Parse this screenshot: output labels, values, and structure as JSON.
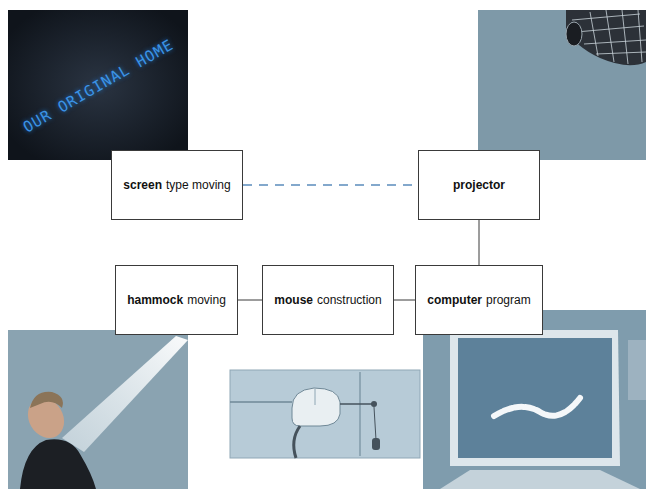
{
  "diagram": {
    "nodes": [
      {
        "text": [
          "screen",
          "type moving"
        ]
      },
      {
        "text": [
          "projector"
        ]
      },
      {
        "text": [
          "hammock",
          "moving"
        ]
      },
      {
        "text": [
          "mouse",
          "construction"
        ]
      },
      {
        "text": [
          "computer",
          "program"
        ]
      }
    ],
    "edges": [
      {
        "from": 0,
        "to": 1,
        "arrow": "none"
      },
      {
        "from": 1,
        "to": 4,
        "arrow": "none"
      },
      {
        "from": 4,
        "to": 3,
        "arrow": "none"
      },
      {
        "from": 3,
        "to": 2,
        "arrow": "none"
      }
    ],
    "labels": [
      "OUR ORIGINAL HOME"
    ]
  }
}
